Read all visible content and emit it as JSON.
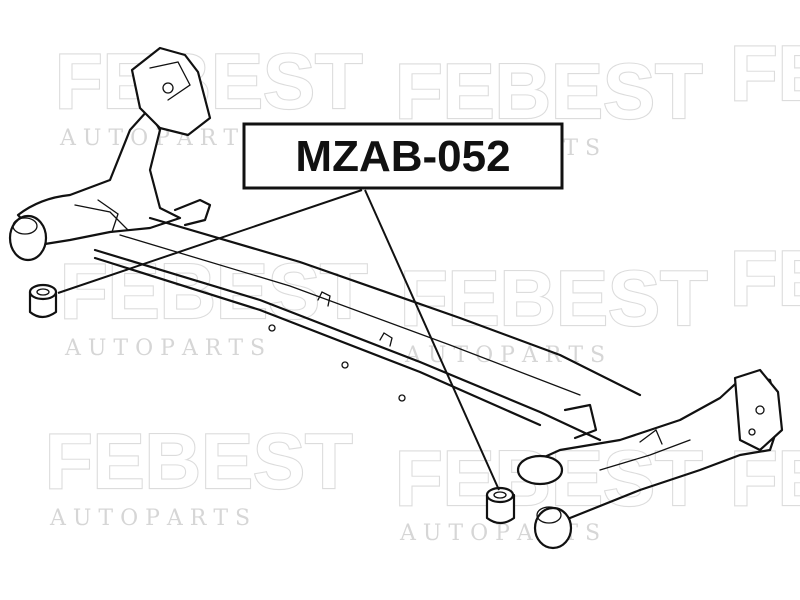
{
  "part_label": "MZAB-052",
  "watermark": {
    "brand": "FEBEST",
    "tagline": "A U T O   P A R T S"
  }
}
